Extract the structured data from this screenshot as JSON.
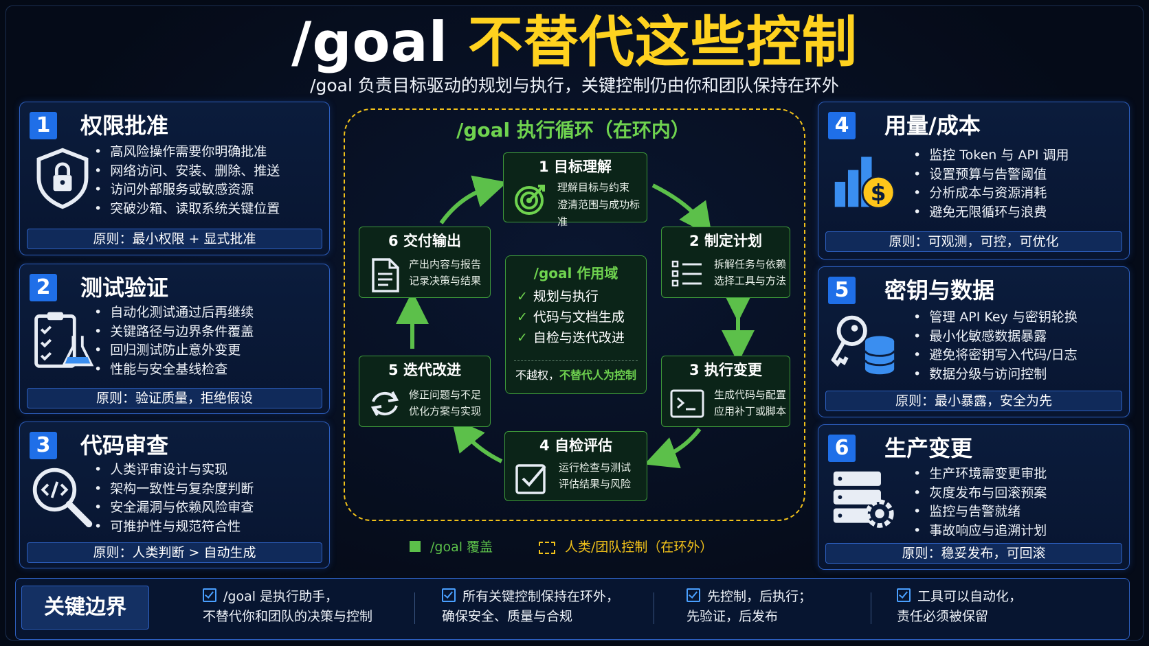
{
  "title": {
    "part1": "/goal ",
    "part2": "不替代这些控制"
  },
  "subtitle": "/goal 负责目标驱动的规划与执行，关键控制仍由你和团队保持在环外",
  "left_panels": [
    {
      "num": "1",
      "title": "权限批准",
      "icon": "shield-lock-icon",
      "items": [
        "高风险操作需要你明确批准",
        "网络访问、安装、删除、推送",
        "访问外部服务或敏感资源",
        "突破沙箱、读取系统关键位置"
      ],
      "rule": "原则：最小权限 + 显式批准"
    },
    {
      "num": "2",
      "title": "测试验证",
      "icon": "clipboard-flask-icon",
      "items": [
        "自动化测试通过后再继续",
        "关键路径与边界条件覆盖",
        "回归测试防止意外变更",
        "性能与安全基线检查"
      ],
      "rule": "原则：验证质量，拒绝假设"
    },
    {
      "num": "3",
      "title": "代码审查",
      "icon": "code-magnifier-icon",
      "items": [
        "人类评审设计与实现",
        "架构一致性与复杂度判断",
        "安全漏洞与依赖风险审查",
        "可推护性与规范符合性"
      ],
      "rule": "原则：人类判断 > 自动生成"
    }
  ],
  "right_panels": [
    {
      "num": "4",
      "title": "用量/成本",
      "icon": "chart-dollar-icon",
      "items": [
        "监控 Token 与 API 调用",
        "设置预算与告警阈值",
        "分析成本与资源消耗",
        "避免无限循环与浪费"
      ],
      "rule": "原则：可观测，可控，可优化"
    },
    {
      "num": "5",
      "title": "密钥与数据",
      "icon": "key-database-icon",
      "items": [
        "管理 API Key 与密钥轮换",
        "最小化敏感数据暴露",
        "避免将密钥写入代码/日志",
        "数据分级与访问控制"
      ],
      "rule": "原则：最小暴露，安全为先"
    },
    {
      "num": "6",
      "title": "生产变更",
      "icon": "server-gear-icon",
      "items": [
        "生产环境需变更审批",
        "灰度发布与回滚预案",
        "监控与告警就绪",
        "事故响应与追溯计划"
      ],
      "rule": "原则：稳妥发布，可回滚"
    }
  ],
  "loop": {
    "title": "/goal 执行循环（在环内）",
    "nodes": [
      {
        "title": "1 目标理解",
        "lines": [
          "理解目标与约束",
          "澄清范围与成功标准"
        ],
        "icon": "target-icon"
      },
      {
        "title": "2 制定计划",
        "lines": [
          "拆解任务与依赖",
          "选择工具与方法"
        ],
        "icon": "list-icon"
      },
      {
        "title": "3 执行变更",
        "lines": [
          "生成代码与配置",
          "应用补丁或脚本"
        ],
        "icon": "terminal-icon"
      },
      {
        "title": "4 自检评估",
        "lines": [
          "运行检查与测试",
          "评估结果与风险"
        ],
        "icon": "checkbox-icon"
      },
      {
        "title": "5 迭代改进",
        "lines": [
          "修正问题与不足",
          "优化方案与实现"
        ],
        "icon": "refresh-icon"
      },
      {
        "title": "6 交付输出",
        "lines": [
          "产出内容与报告",
          "记录决策与结果"
        ],
        "icon": "document-icon"
      }
    ],
    "scope": {
      "title": "/goal 作用域",
      "items": [
        "规划与执行",
        "代码与文档生成",
        "自检与迭代改进"
      ],
      "check": "✓",
      "foot_plain": "不越权，",
      "foot_green": "不替代人为控制"
    }
  },
  "legend": {
    "covered": "/goal 覆盖",
    "human": "人类/团队控制（在环外）",
    "colors": {
      "covered": "#5cc04a",
      "human": "#f2c21a"
    }
  },
  "bottom": {
    "key": "关键边界",
    "items": [
      {
        "line1": "/goal 是执行助手，",
        "line2": "不替代你和团队的决策与控制"
      },
      {
        "line1": "所有关键控制保持在环外，",
        "line2": "确保安全、质量与合规"
      },
      {
        "line1": "先控制，后执行；",
        "line2": "先验证，后发布"
      },
      {
        "line1": "工具可以自动化，",
        "line2": "责任必须被保留"
      }
    ]
  },
  "colors": {
    "accent_yellow": "#ffd21f",
    "green": "#6fd34f",
    "blue": "#1f6fe8"
  }
}
